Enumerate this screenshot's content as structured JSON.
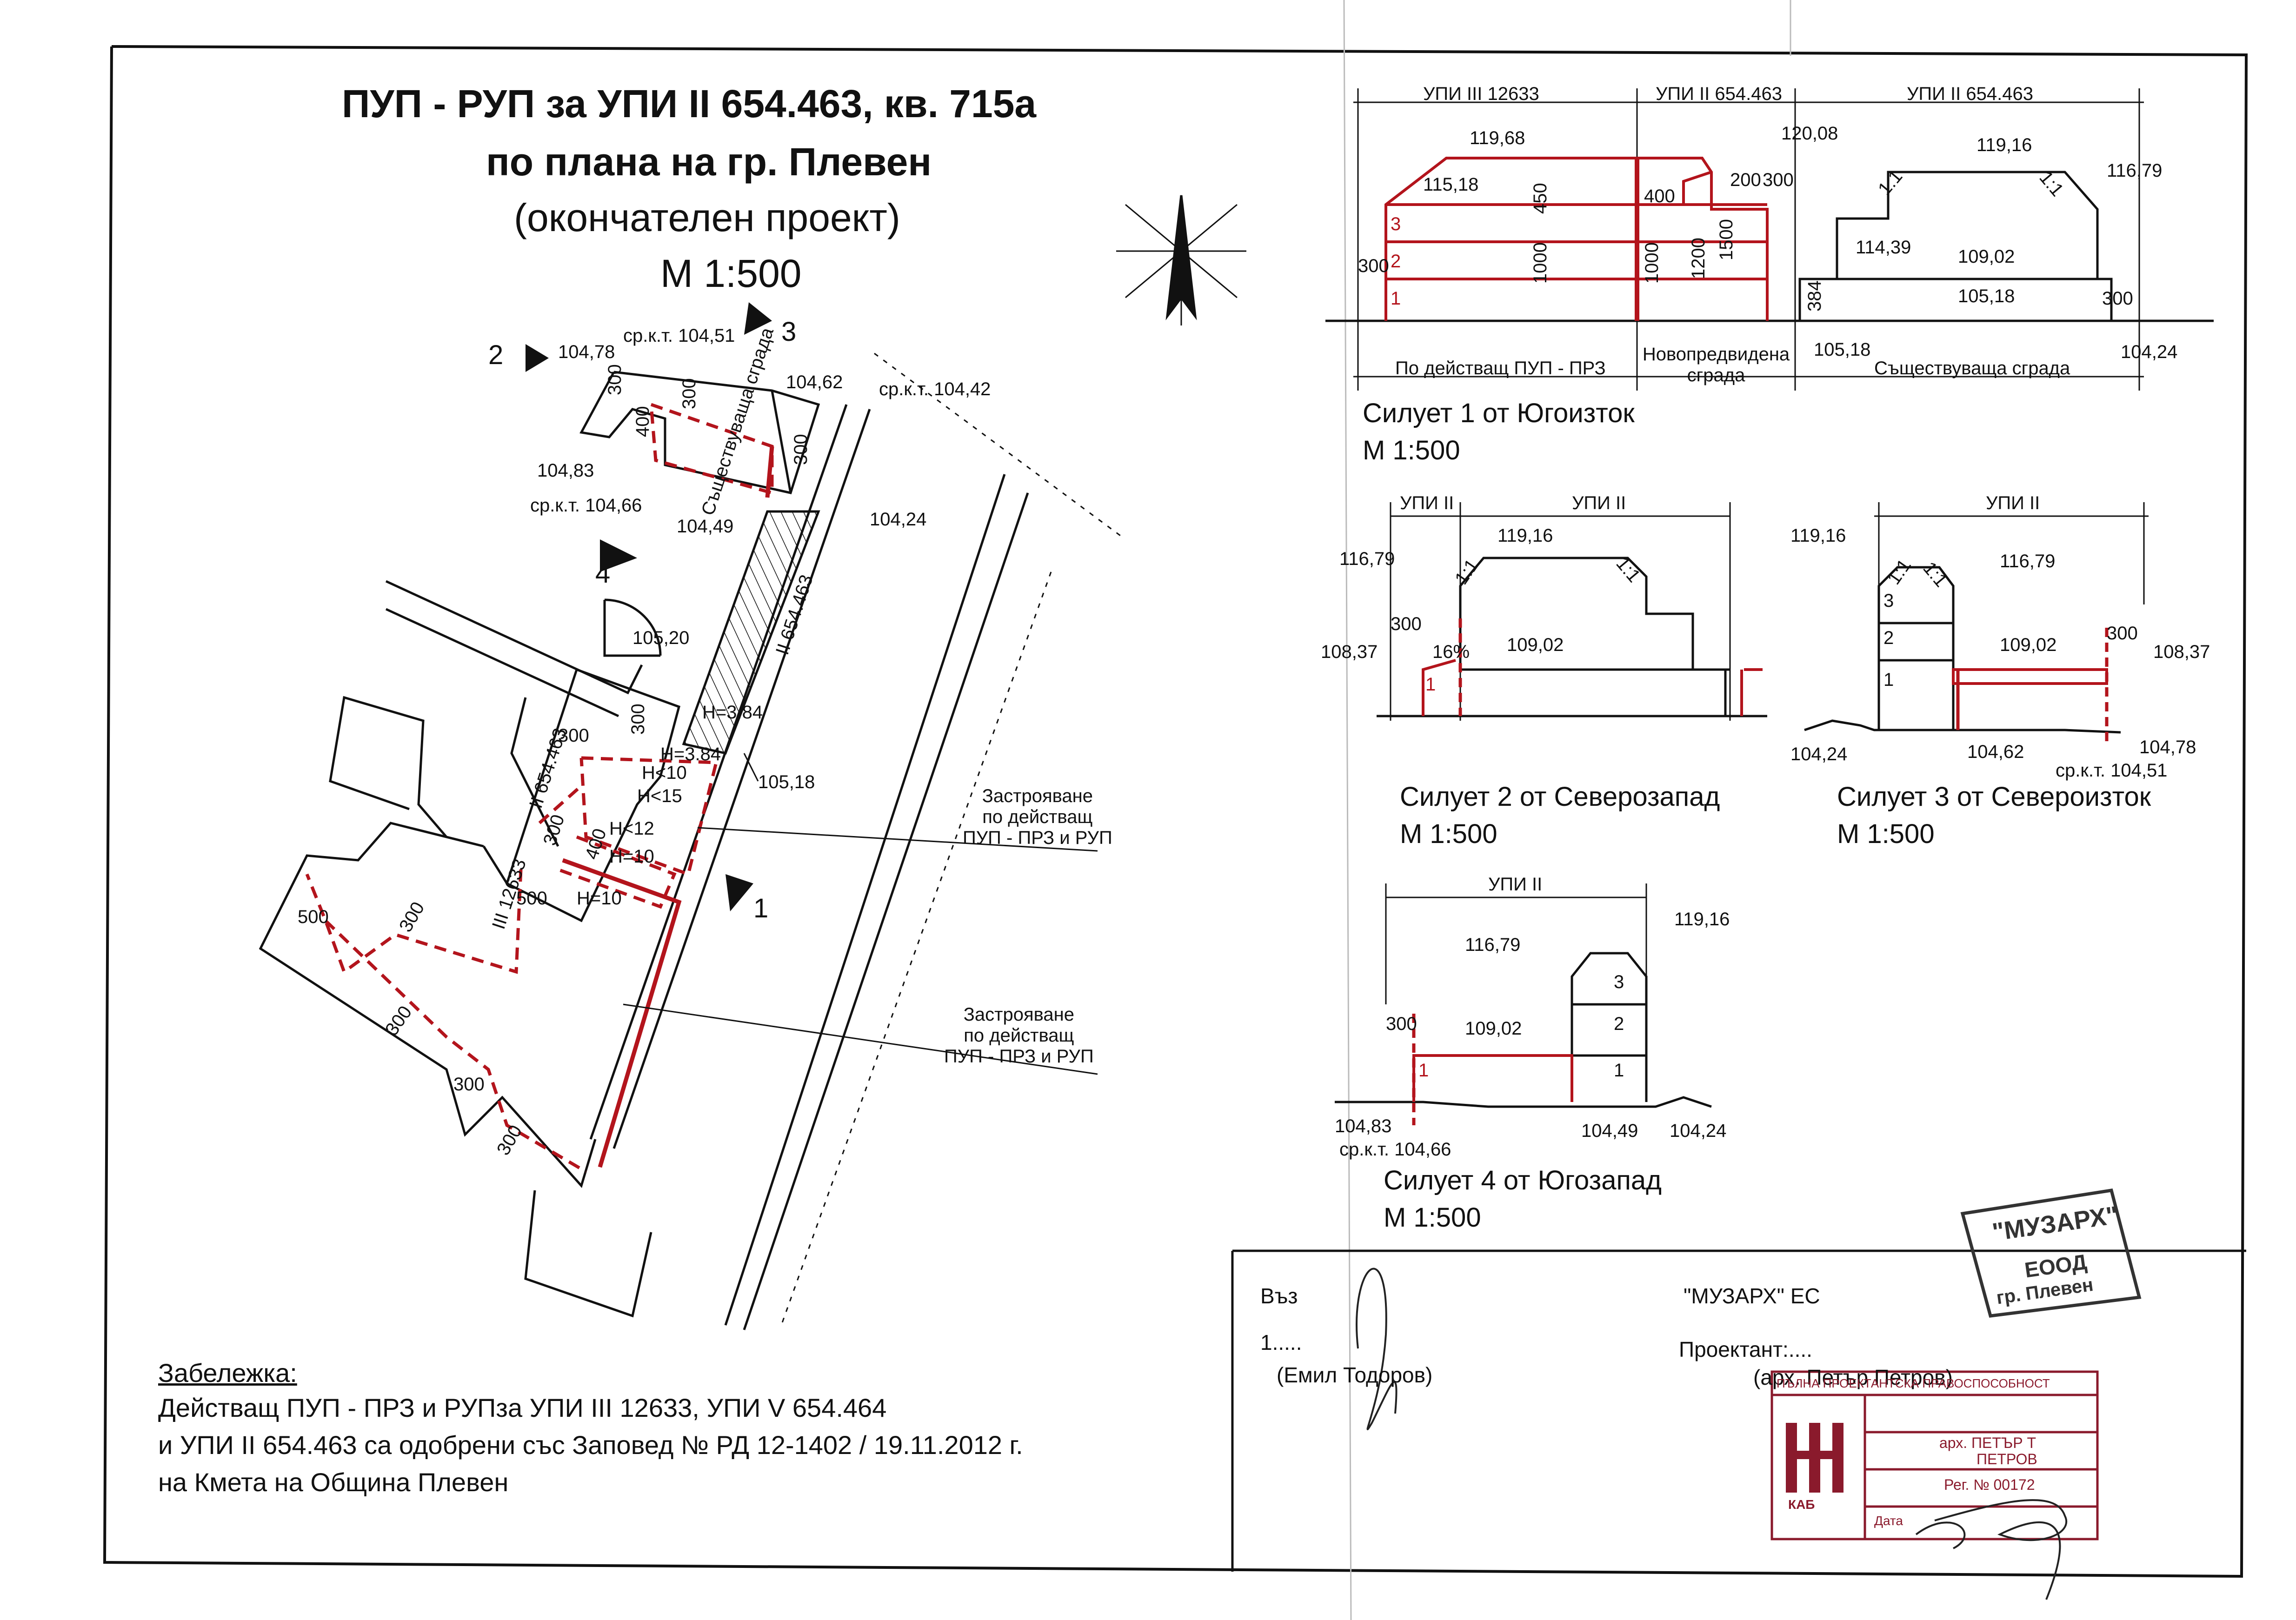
{
  "title": {
    "line1": "ПУП - РУП за УПИ II 654.463, кв. 715а",
    "line2": "по плана на гр. Плевен",
    "line3": "(окончателен проект)",
    "scale": "М 1:500"
  },
  "plan": {
    "markers": [
      "1",
      "2",
      "3",
      "4"
    ],
    "plot_labels": [
      "II 654.463",
      "III 12633",
      "II 654.463"
    ],
    "existing_building": "Съществуваща сграда",
    "levels": [
      "104,78",
      "ср.к.т. 104,51",
      "104,62",
      "ср.к.т. 104,42",
      "104,83",
      "ср.к.т. 104,66",
      "104,49",
      "104,24",
      "105,20",
      "105,18"
    ],
    "heights": [
      "H=3.84",
      "H=3.84",
      "H<10",
      "H<15",
      "H<12",
      "H=10",
      "H=10"
    ],
    "dims": [
      "300",
      "300",
      "400",
      "300",
      "300",
      "300",
      "400",
      "300",
      "500",
      "500",
      "300",
      "300",
      "300",
      "300"
    ],
    "callout1": [
      "Застрояване",
      "по действащ",
      "ПУП - ПРЗ и РУП"
    ],
    "callout2": [
      "Застрояване",
      "по действащ",
      "ПУП - ПРЗ и РУП"
    ]
  },
  "silhouette1": {
    "caption": "Силует 1 от Югоизток",
    "scale": "М 1:500",
    "top_dims": [
      "УПИ III 12633",
      "УПИ II 654.463",
      "УПИ II 654.463"
    ],
    "bottom_dims": [
      "По действащ ПУП - ПРЗ",
      "Новопредвидена сграда",
      "Съществуваща сграда"
    ],
    "levels": [
      "119,68",
      "115,18",
      "120,08",
      "119,16",
      "116,79",
      "114,39",
      "109,02",
      "105,18",
      "105,18",
      "104,24"
    ],
    "dims": [
      "450",
      "1000",
      "1000",
      "1200",
      "1500",
      "400",
      "200",
      "300",
      "300",
      "384",
      "300"
    ],
    "slopes": [
      "1:1",
      "1:1"
    ],
    "floors": [
      "3",
      "2",
      "1"
    ]
  },
  "silhouette2": {
    "caption": "Силует 2 от Северозапад",
    "scale": "М 1:500",
    "top_dims": [
      "УПИ II",
      "УПИ II"
    ],
    "levels": [
      "116,79",
      "119,16",
      "108,37",
      "109,02"
    ],
    "dims": [
      "300",
      "16%"
    ],
    "slopes": [
      "1:1",
      "1:1"
    ],
    "floors": [
      "1"
    ]
  },
  "silhouette3": {
    "caption": "Силует 3 от Североизток",
    "scale": "М 1:500",
    "top_dims": [
      "УПИ II"
    ],
    "levels": [
      "119,16",
      "116,79",
      "109,02",
      "108,37",
      "104,24",
      "104,62",
      "104,78",
      "ср.к.т. 104,51"
    ],
    "dims": [
      "300"
    ],
    "slopes": [
      "1:1",
      "1:1"
    ],
    "floors": [
      "3",
      "2",
      "1"
    ]
  },
  "silhouette4": {
    "caption": "Силует 4 от Югозапад",
    "scale": "М 1:500",
    "top_dims": [
      "УПИ II"
    ],
    "levels": [
      "119,16",
      "116,79",
      "109,02",
      "104,83",
      "ср.к.т. 104,66",
      "104,49",
      "104,24"
    ],
    "dims": [
      "300"
    ],
    "floors": [
      "3",
      "2",
      "1",
      "1"
    ]
  },
  "note": {
    "heading": "Забележка:",
    "line1": "Действащ ПУП - ПРЗ и РУПза УПИ III 12633, УПИ V 654.464",
    "line2": "и УПИ II 654.463 са одобрени със Заповед № РД 12-1402 / 19.11.2012 г.",
    "line3": "на Кмета на Община Плевен"
  },
  "titleblock": {
    "client_label": "Въз",
    "client_line": "1.....",
    "client_name": "(Емил Тодоров)",
    "company": "\"МУЗАРХ\" ЕС",
    "designer_label": "Проектант:....",
    "designer_name": "(арх. Петър Петров)"
  },
  "stamp1": {
    "line1": "\"МУЗАРХ\"",
    "line2": "ЕООД",
    "line3": "гр. Плевен"
  },
  "stamp2": {
    "header": "ПЪЛНА ПРОЕКТАНТСКА ПРАВОСПОСОБНОСТ",
    "logo": "КАБ",
    "name1": "арх. ПЕТЪР Т",
    "name2": "ПЕТРОВ",
    "reg": "Рег. № 00172",
    "date": "Дата"
  },
  "colors": {
    "ink": "#111111",
    "red": "#b3141c",
    "stamp": "#8a1a2c",
    "pencil": "#333333"
  }
}
